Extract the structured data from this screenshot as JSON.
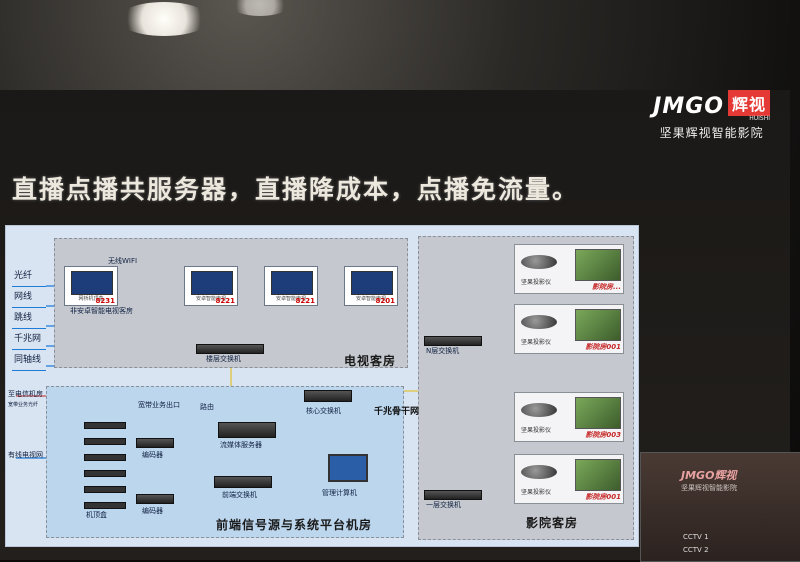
{
  "brand": {
    "logo_main": "JMGO",
    "logo_mark": "辉视",
    "logo_sub_latin": "HUISHI",
    "subtitle": "坚果辉视智能影院"
  },
  "headline": "直播点播共服务器，直播降成本，点播免流量。",
  "legend": [
    "光纤",
    "网线",
    "跳线",
    "千兆网",
    "同轴线"
  ],
  "tv_room": {
    "label": "电视客房",
    "wifi_label": "无线WIFI",
    "devices": [
      {
        "caption": "网桥机顶盒",
        "num": "8231",
        "extra": "非安卓智能电视客房"
      },
      {
        "caption": "安卓智能电视",
        "num": "8221"
      },
      {
        "caption": "安卓智能电视",
        "num": "8221"
      },
      {
        "caption": "安卓智能电视",
        "num": "8201"
      }
    ],
    "switch_label": "楼层交换机"
  },
  "cinema": {
    "label": "影院客房",
    "switch_top": "N层交换机",
    "switch_bottom": "一层交换机",
    "rooms": [
      {
        "device": "坚果投影仪",
        "hall": "影院房..."
      },
      {
        "device": "坚果投影仪",
        "hall": "影院房001"
      },
      {
        "device": "坚果投影仪",
        "hall": "影院房003"
      },
      {
        "device": "坚果投影仪",
        "hall": "影院房001"
      }
    ]
  },
  "headend": {
    "label": "前端信号源与系统平台机房",
    "backbone": "千兆骨干网",
    "isp": "至电信机房",
    "isp_sub": "宽带业务光纤",
    "cable": "有线电视网",
    "broadband_out": "宽带业务出口",
    "router": "路由",
    "core_switch": "核心交换机",
    "streaming": "流媒体服务器",
    "encoder": "编码器",
    "headend_switch": "前端交换机",
    "computer": "管理计算机",
    "stb_label": "机顶盒"
  },
  "cctv": {
    "brand": "JMGO辉视",
    "subtitle": "坚果辉视智能影院",
    "channels": [
      "CCTV 1",
      "CCTV 2"
    ]
  }
}
